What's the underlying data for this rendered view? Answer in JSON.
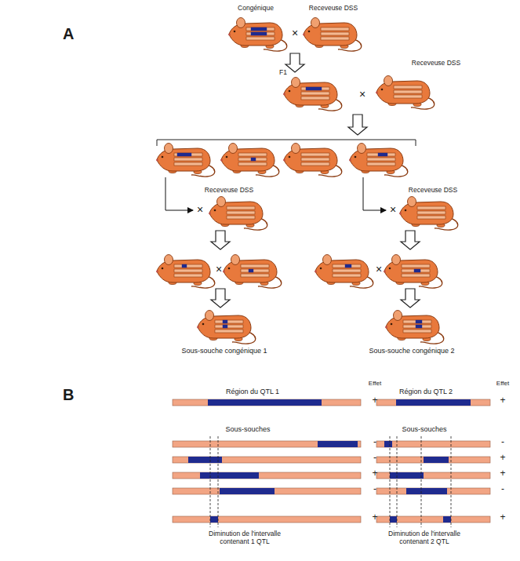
{
  "diagram": {
    "labels": [
      "A",
      "Congénique",
      "Receveuse DSS",
      "×",
      "Receveuse DSS",
      "F1",
      "×",
      "Receveuse DSS",
      "Receveuse DSS",
      "×",
      "×",
      "×",
      "×",
      "Sous-souche congénique 1",
      "Sous-souche congénique 2",
      "B",
      "Région du QTL 1",
      "Effet",
      "Région du QTL 2",
      "Effet",
      "+",
      "+",
      "Sous-souches",
      "Sous-souches",
      "-",
      "-",
      "+",
      "-",
      "+",
      "-",
      "+",
      "+",
      "-",
      "+",
      "Diminution de l'intervalle contenant 1 QTL",
      "Diminution de l'intervalle contenant 2 QTL"
    ]
  }
}
